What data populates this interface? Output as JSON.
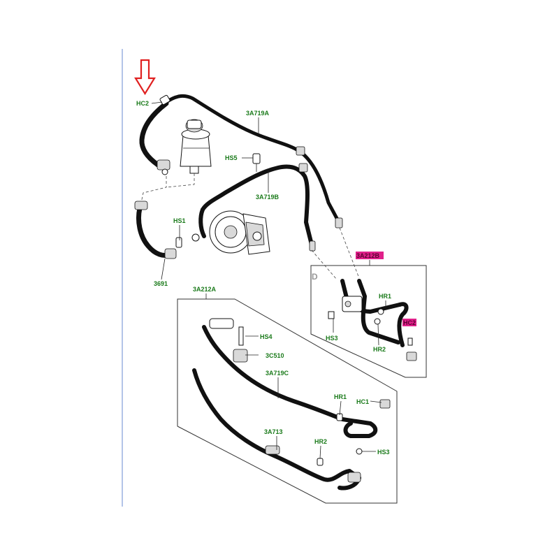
{
  "colors": {
    "label_green": "#1a7a1a",
    "highlight_magenta": "#e0208a",
    "arrow_red": "#e02020",
    "margin_line": "#9ab0e0"
  },
  "labels": {
    "hc2_top": "HC2",
    "hose_3a719a": "3A719A",
    "hs5": "HS5",
    "hose_3a719b": "3A719B",
    "hs1": "HS1",
    "hose_3691": "3691",
    "hose_3a212b": "3A212B",
    "view_d": "D",
    "hr1_right": "HR1",
    "hc2_right": "HC2",
    "hs3_right": "HS3",
    "hr2_right": "HR2",
    "hose_3a212a": "3A212A",
    "hs4": "HS4",
    "part_3c510": "3C510",
    "hose_3a719c": "3A719C",
    "hr1_lower": "HR1",
    "hc1": "HC1",
    "hose_3a713": "3A713",
    "hr2_lower": "HR2",
    "hs3_lower": "HS3"
  }
}
